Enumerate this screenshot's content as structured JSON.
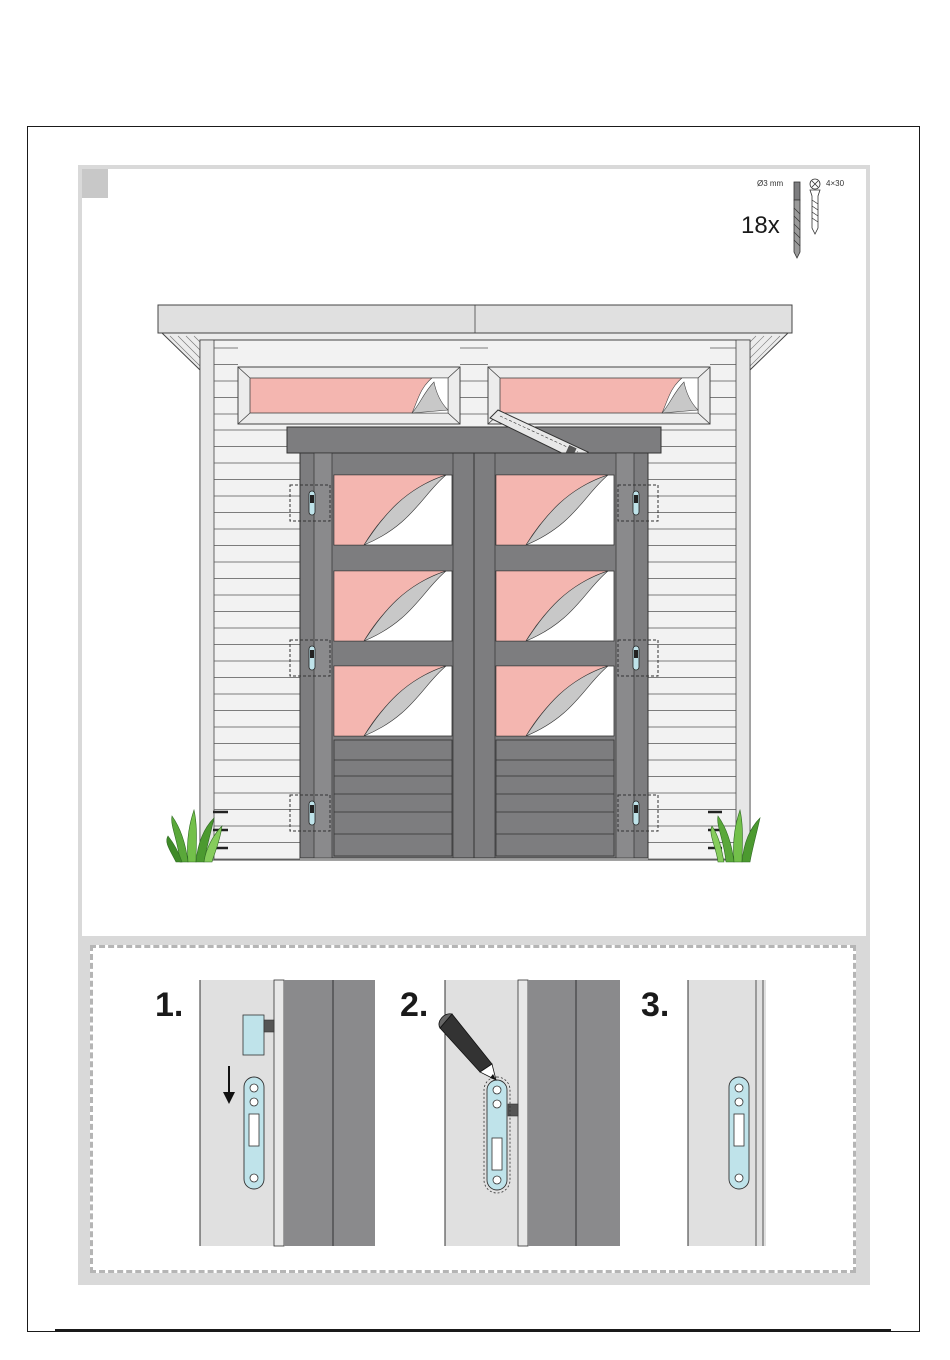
{
  "hardware": {
    "quantity": "18x",
    "drill_label": "Ø3 mm",
    "screw_label": "4×30",
    "drill_icon": "drill-bit-icon",
    "screw_icon": "screw-icon"
  },
  "steps": [
    {
      "number": "1."
    },
    {
      "number": "2."
    },
    {
      "number": "3."
    }
  ],
  "colors": {
    "door_gray": "#7d7d7f",
    "film_pink": "#f4b6b0",
    "film_peel": "#c8c8c8",
    "hinge_blue": "#bfe3ea",
    "grass_green": "#5aa83a"
  },
  "icons": [
    "pencil-icon",
    "utility-knife-icon",
    "grass-icon",
    "arrow-down-icon",
    "hinge-plate-icon"
  ]
}
